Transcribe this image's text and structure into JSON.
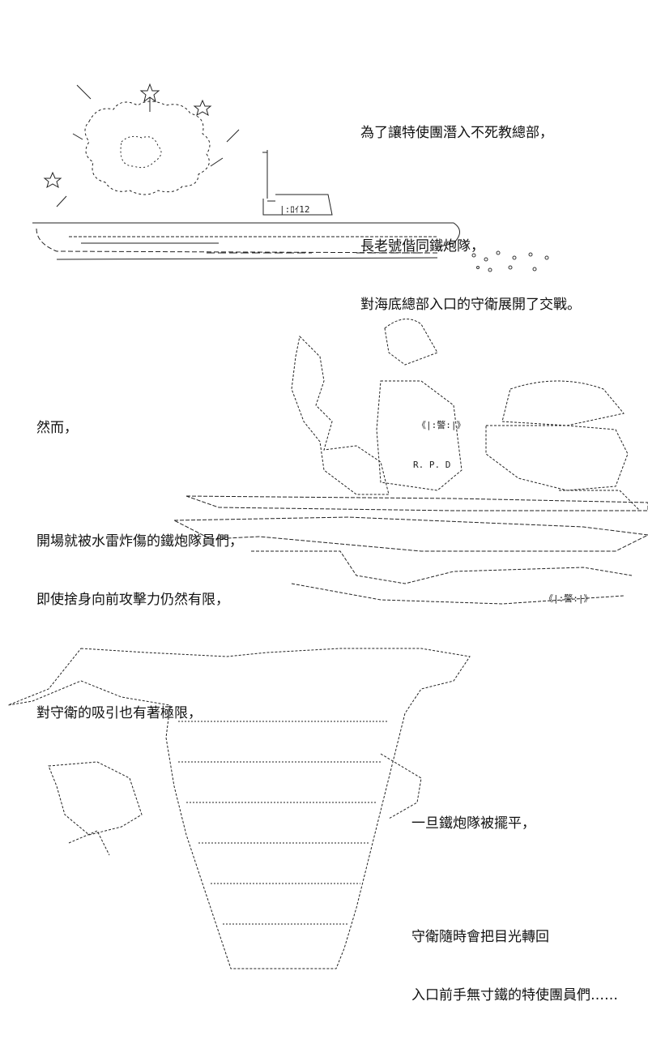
{
  "panel1": {
    "lines": [
      "為了讓特使團潛入不死教總部，",
      "",
      "長老號偕同鐵炮隊，",
      "對海底總部入口的守衛展開了交戰。"
    ]
  },
  "panel2": {
    "lines": [
      "然而，",
      "",
      "開場就被水雷炸傷的鐵炮隊員們，",
      "即使捨身向前攻擊力仍然有限，",
      "",
      "對守衛的吸引也有著極限，"
    ],
    "art_labels": {
      "rpd": "R. P. D",
      "badge1": "《|:警:|》",
      "badge2": "《|:警:|》"
    }
  },
  "panel3": {
    "lines": [
      "一旦鐵炮隊被擺平，",
      "",
      "守衛隨時會把目光轉回",
      "入口前手無寸鐵的特使團員們……"
    ]
  }
}
